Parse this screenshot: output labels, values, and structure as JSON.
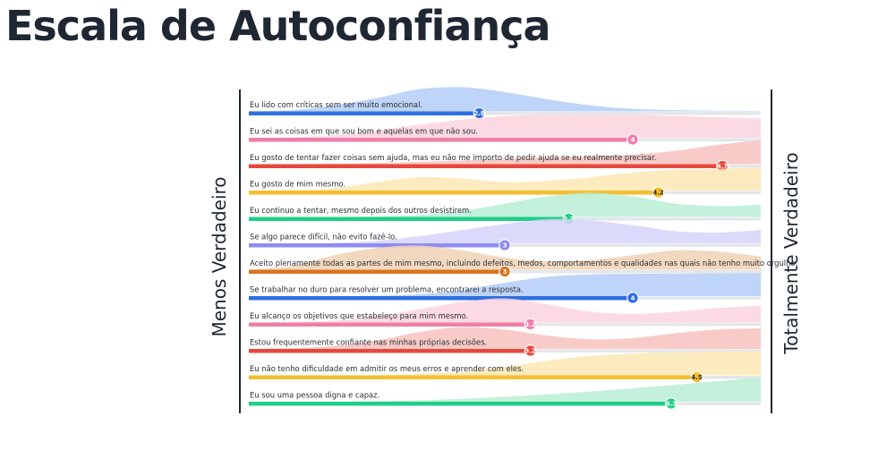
{
  "page": {
    "title": "Escala de Autoconfiança"
  },
  "chart_data": {
    "type": "bar",
    "title": "",
    "left_axis_label": "Menos Verdadeiro",
    "right_axis_label": "Totalmente Verdadeiro",
    "xlim": [
      1,
      5
    ],
    "grid": false,
    "legend": "none",
    "categories": [
      "Eu lido com críticas sem ser muito emocional.",
      "Eu sei as coisas em que sou bom e aquelas em que não sou.",
      "Eu gosto de tentar fazer coisas sem ajuda, mas eu não me importo de pedir ajuda se eu realmente precisar.",
      "Eu gosto de mim mesmo.",
      "Eu continuo a tentar, mesmo depois dos outros desistirem.",
      "Se algo parece difícil, não evito fazê-lo.",
      "Aceito plenamente todas as partes de mim mesmo, incluindo defeitos, medos, comportamentos e qualidades nas quais não tenho muito orgulho.",
      "Se trabalhar no duro para resolver um problema, encontrarei a resposta.",
      "Eu alcanço os objetivos que estabeleço para mim mesmo.",
      "Estou frequentemente confiante nas minhas próprias decisões.",
      "Eu não tenho dificuldade em admitir os meus erros e aprender com eles.",
      "Eu sou uma pessoa digna e capaz."
    ],
    "values": [
      2.8,
      4,
      4.7,
      4.2,
      3.5,
      3,
      3,
      4,
      3.2,
      3.2,
      4.5,
      4.3
    ],
    "value_labels": [
      "2.8",
      "4",
      "4.7",
      "4.2",
      "3.5",
      "3",
      "3",
      "4",
      "3.2",
      "3.2",
      "4.5",
      "4.3"
    ],
    "colors": [
      "#2f6fe0",
      "#ef7fa6",
      "#e8473e",
      "#f5bd2f",
      "#1fcf88",
      "#8e8cf0",
      "#d9731f",
      "#2f6fe0",
      "#ef7fa6",
      "#e8473e",
      "#f5bd2f",
      "#1fcf88"
    ],
    "fill_colors": [
      "#b3cdf7",
      "#fbd3de",
      "#f7c2be",
      "#fce7b3",
      "#b9efd6",
      "#d5d4fa",
      "#f0d1b4",
      "#b3cdf7",
      "#fbd3de",
      "#f7c2be",
      "#fce7b3",
      "#b9efd6"
    ],
    "distributions": [
      [
        0.0,
        0.05,
        0.25,
        0.55,
        0.92,
        1.0,
        0.8,
        0.5,
        0.25,
        0.1,
        0.05,
        0.03,
        0.02
      ],
      [
        0.0,
        0.02,
        0.1,
        0.3,
        0.55,
        0.75,
        0.9,
        0.95,
        0.97,
        0.95,
        0.9,
        0.85,
        0.8
      ],
      [
        0.0,
        0.0,
        0.02,
        0.05,
        0.1,
        0.15,
        0.22,
        0.28,
        0.33,
        0.4,
        0.55,
        0.8,
        1.0
      ],
      [
        0.0,
        0.02,
        0.1,
        0.35,
        0.55,
        0.5,
        0.35,
        0.4,
        0.55,
        0.75,
        0.85,
        0.9,
        0.95
      ],
      [
        0.0,
        0.0,
        0.0,
        0.02,
        0.08,
        0.25,
        0.55,
        0.85,
        1.0,
        0.85,
        0.55,
        0.45,
        0.5
      ],
      [
        0.0,
        0.0,
        0.02,
        0.1,
        0.3,
        0.55,
        0.8,
        1.0,
        0.95,
        0.75,
        0.5,
        0.45,
        0.55
      ],
      [
        0.0,
        0.15,
        0.6,
        0.9,
        1.0,
        0.8,
        0.5,
        0.35,
        0.4,
        0.6,
        0.8,
        0.75,
        0.55
      ],
      [
        0.0,
        0.0,
        0.0,
        0.02,
        0.08,
        0.25,
        0.55,
        0.8,
        0.9,
        0.92,
        0.93,
        0.94,
        0.95
      ],
      [
        0.0,
        0.02,
        0.08,
        0.25,
        0.55,
        0.85,
        1.0,
        0.75,
        0.45,
        0.35,
        0.45,
        0.6,
        0.7
      ],
      [
        0.0,
        0.03,
        0.12,
        0.35,
        0.7,
        0.9,
        0.8,
        0.55,
        0.4,
        0.45,
        0.65,
        0.8,
        0.85
      ],
      [
        0.0,
        0.0,
        0.0,
        0.0,
        0.05,
        0.15,
        0.35,
        0.6,
        0.8,
        0.9,
        0.95,
        0.97,
        1.0
      ],
      [
        0.0,
        0.0,
        0.0,
        0.02,
        0.06,
        0.12,
        0.2,
        0.3,
        0.42,
        0.55,
        0.7,
        0.85,
        1.0
      ]
    ]
  }
}
